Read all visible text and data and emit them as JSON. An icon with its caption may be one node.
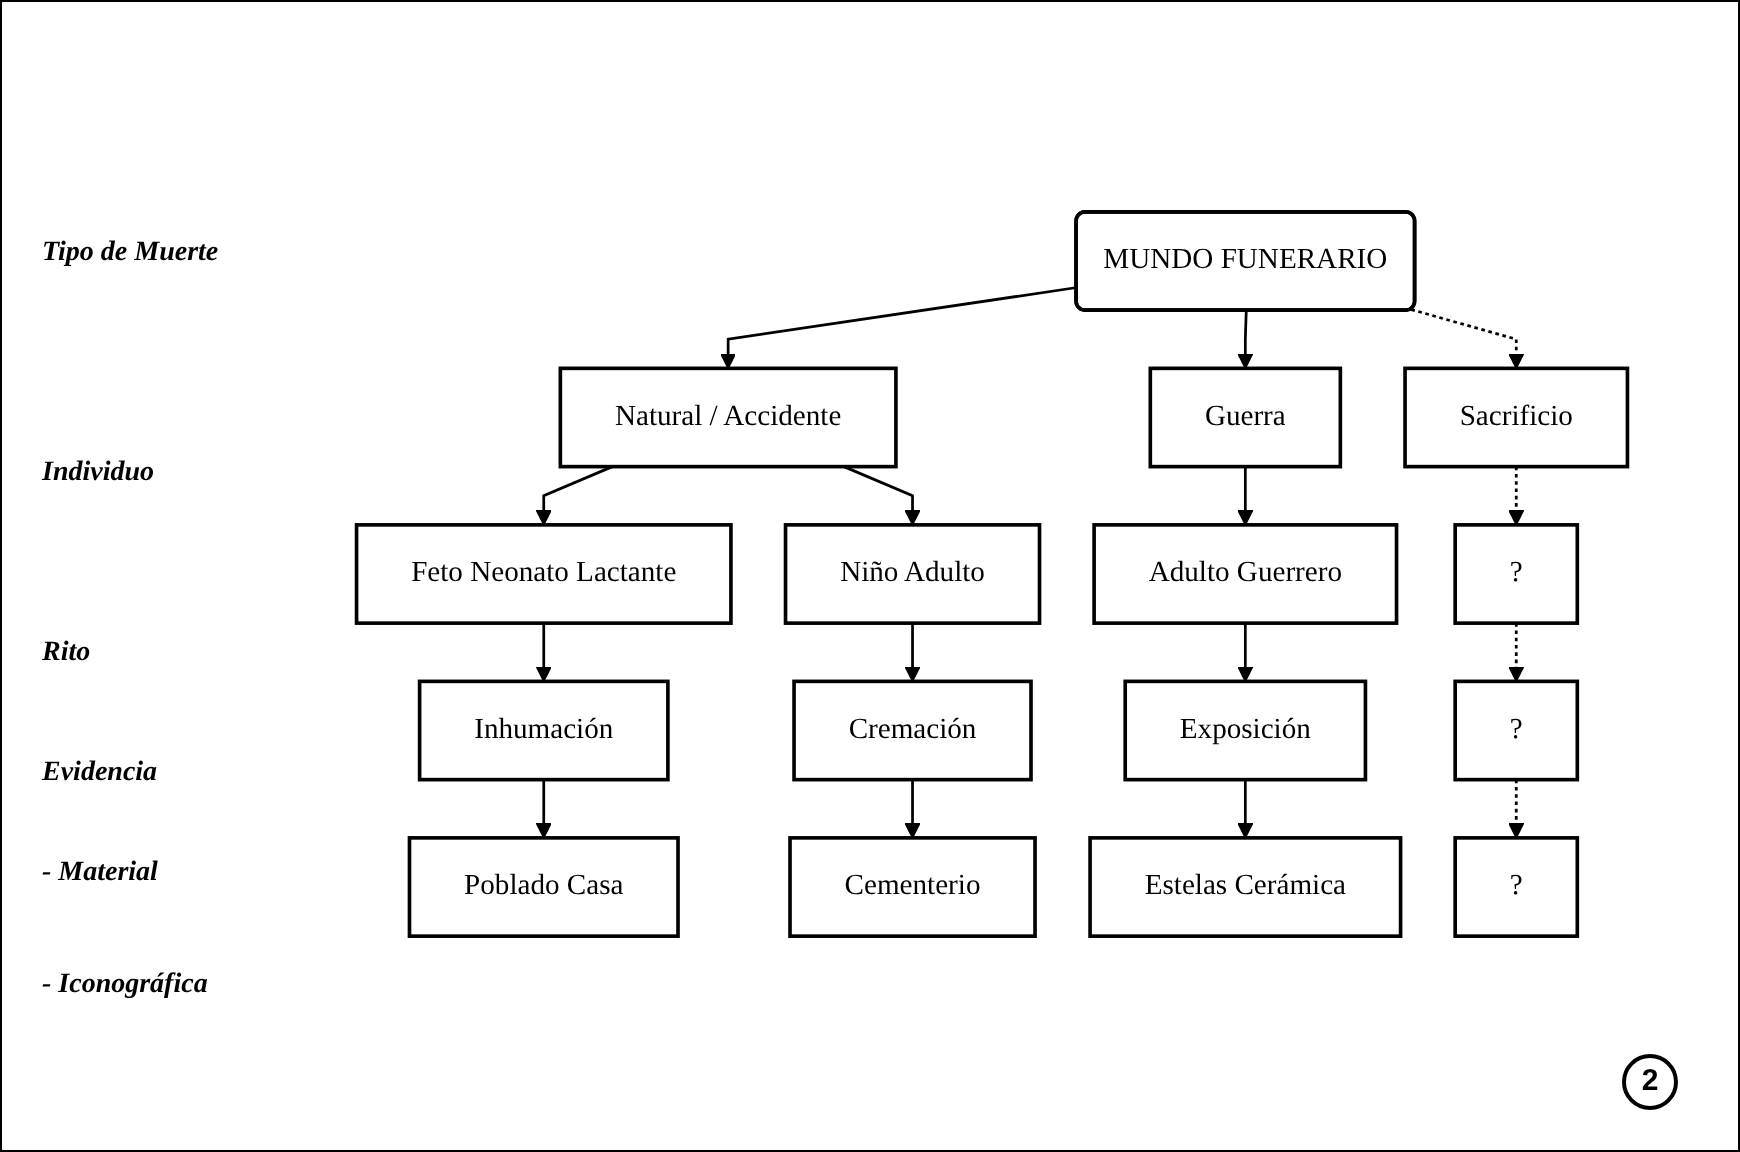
{
  "diagram": {
    "nodes": [
      {
        "text": [
          "MUNDO FUNERARIO"
        ]
      },
      {
        "text": [
          "Natural / Accidente"
        ]
      },
      {
        "text": [
          "Guerra"
        ]
      },
      {
        "text": [
          "Sacrificio"
        ]
      },
      {
        "text": [
          "Feto Neonato Lactante"
        ]
      },
      {
        "text": [
          "Niño Adulto"
        ]
      },
      {
        "text": [
          "Adulto Guerrero"
        ]
      },
      {
        "text": [
          "?"
        ]
      },
      {
        "text": [
          "Inhumación"
        ]
      },
      {
        "text": [
          "Cremación"
        ]
      },
      {
        "text": [
          "Exposición"
        ]
      },
      {
        "text": [
          "?"
        ]
      },
      {
        "text": [
          "Poblado Casa"
        ]
      },
      {
        "text": [
          "Cementerio"
        ]
      },
      {
        "text": [
          "Estelas Cerámica"
        ]
      },
      {
        "text": [
          "?"
        ]
      }
    ],
    "edges": [
      {
        "from": 0,
        "to": 1,
        "arrow": "to"
      },
      {
        "from": 0,
        "to": 2,
        "arrow": "to"
      },
      {
        "from": 0,
        "to": 3,
        "arrow": "to",
        "style": "dashed"
      },
      {
        "from": 1,
        "to": 4,
        "arrow": "to"
      },
      {
        "from": 1,
        "to": 5,
        "arrow": "to"
      },
      {
        "from": 2,
        "to": 6,
        "arrow": "to"
      },
      {
        "from": 3,
        "to": 7,
        "arrow": "to",
        "style": "dashed"
      },
      {
        "from": 4,
        "to": 8,
        "arrow": "to"
      },
      {
        "from": 5,
        "to": 9,
        "arrow": "to"
      },
      {
        "from": 6,
        "to": 10,
        "arrow": "to"
      },
      {
        "from": 7,
        "to": 11,
        "arrow": "to",
        "style": "dashed"
      },
      {
        "from": 8,
        "to": 12,
        "arrow": "to"
      },
      {
        "from": 9,
        "to": 13,
        "arrow": "to"
      },
      {
        "from": 10,
        "to": 14,
        "arrow": "to"
      },
      {
        "from": 11,
        "to": 15,
        "arrow": "to",
        "style": "dashed"
      }
    ],
    "labels": [
      "Tipo de Muerte",
      "Individuo",
      "Rito",
      "Evidencia",
      "- Material",
      "- Iconográfica",
      "2"
    ]
  }
}
